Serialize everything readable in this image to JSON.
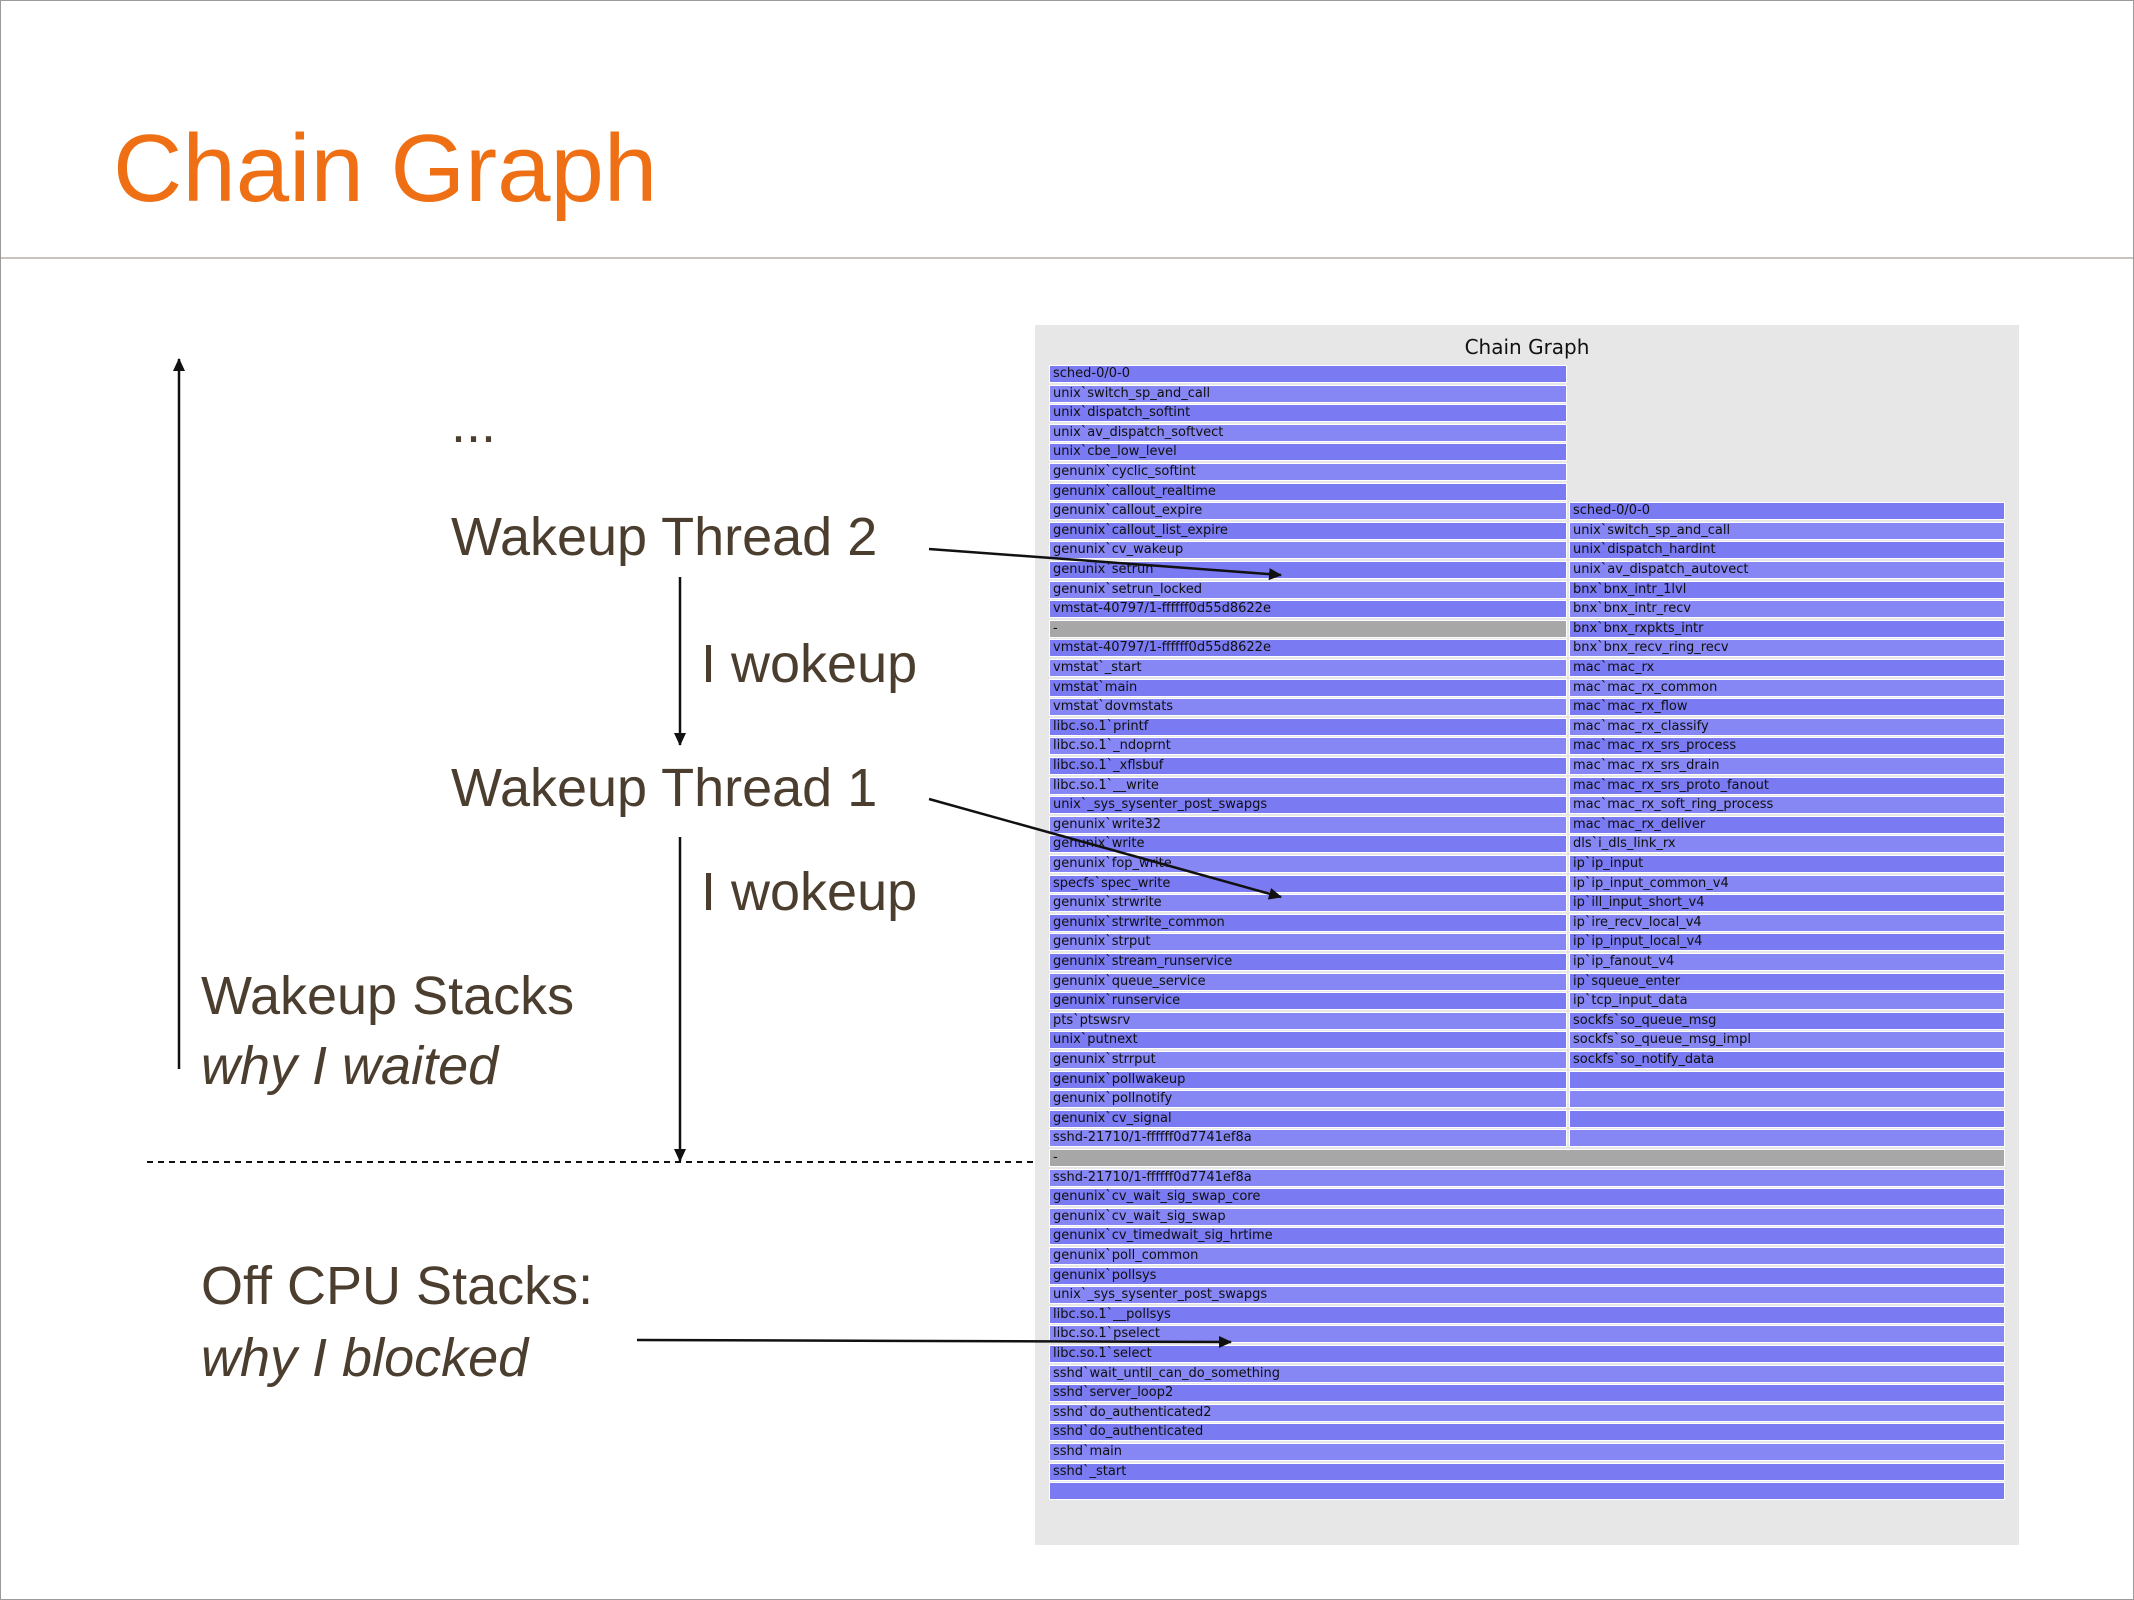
{
  "slide": {
    "title": "Chain Graph"
  },
  "labels": {
    "ellipsis": "...",
    "wakeup_thread_2": "Wakeup Thread 2",
    "i_wokeup_1": "I wokeup",
    "wakeup_thread_1": "Wakeup Thread 1",
    "i_wokeup_2": "I wokeup",
    "wakeup_stacks": "Wakeup Stacks",
    "why_waited": "why I waited",
    "off_cpu_stacks": "Off CPU Stacks:",
    "why_blocked": "why I blocked"
  },
  "graph": {
    "title": "Chain Graph",
    "colors": {
      "frame": "#7a7af2",
      "frame_alt": "#8686f4",
      "separator": "#a7a7a7",
      "background": "#e7e7e7"
    },
    "upper_left_stack": [
      "sched-0/0-0",
      "unix`switch_sp_and_call",
      "unix`dispatch_softint",
      "unix`av_dispatch_softvect",
      "unix`cbe_low_level",
      "genunix`cyclic_softint",
      "genunix`callout_realtime",
      "genunix`callout_expire",
      "genunix`callout_list_expire",
      "genunix`cv_wakeup",
      "genunix`setrun",
      "genunix`setrun_locked",
      "vmstat-40797/1-ffffff0d55d8622e"
    ],
    "separator_1": "-",
    "middle_left_stack": [
      "vmstat-40797/1-ffffff0d55d8622e",
      "vmstat`_start",
      "vmstat`main",
      "vmstat`dovmstats",
      "libc.so.1`printf",
      "libc.so.1`_ndoprnt",
      "libc.so.1`_xflsbuf",
      "libc.so.1`__write",
      "unix`_sys_sysenter_post_swapgs",
      "genunix`write32",
      "genunix`write",
      "genunix`fop_write",
      "specfs`spec_write",
      "genunix`strwrite",
      "genunix`strwrite_common",
      "genunix`strput",
      "genunix`stream_runservice",
      "genunix`queue_service",
      "genunix`runservice",
      "pts`ptswsrv",
      "unix`putnext",
      "genunix`strrput",
      "genunix`pollwakeup",
      "genunix`pollnotify",
      "genunix`cv_signal",
      "sshd-21710/1-ffffff0d7741ef8a"
    ],
    "right_stack": [
      "sched-0/0-0",
      "unix`switch_sp_and_call",
      "unix`dispatch_hardint",
      "unix`av_dispatch_autovect",
      "bnx`bnx_intr_1lvl",
      "bnx`bnx_intr_recv",
      "bnx`bnx_rxpkts_intr",
      "bnx`bnx_recv_ring_recv",
      "mac`mac_rx",
      "mac`mac_rx_common",
      "mac`mac_rx_flow",
      "mac`mac_rx_classify",
      "mac`mac_rx_srs_process",
      "mac`mac_rx_srs_drain",
      "mac`mac_rx_srs_proto_fanout",
      "mac`mac_rx_soft_ring_process",
      "mac`mac_rx_deliver",
      "dls`i_dls_link_rx",
      "ip`ip_input",
      "ip`ip_input_common_v4",
      "ip`ill_input_short_v4",
      "ip`ire_recv_local_v4",
      "ip`ip_input_local_v4",
      "ip`ip_fanout_v4",
      "ip`squeue_enter",
      "ip`tcp_input_data",
      "sockfs`so_queue_msg",
      "sockfs`so_queue_msg_impl",
      "sockfs`so_notify_data"
    ],
    "separator_2": "-",
    "bottom_stack": [
      "sshd-21710/1-ffffff0d7741ef8a",
      "genunix`cv_wait_sig_swap_core",
      "genunix`cv_wait_sig_swap",
      "genunix`cv_timedwait_sig_hrtime",
      "genunix`poll_common",
      "genunix`pollsys",
      "unix`_sys_sysenter_post_swapgs",
      "libc.so.1`__pollsys",
      "libc.so.1`pselect",
      "libc.so.1`select",
      "sshd`wait_until_can_do_something",
      "sshd`server_loop2",
      "sshd`do_authenticated2",
      "sshd`do_authenticated",
      "sshd`main",
      "sshd`_start"
    ]
  }
}
